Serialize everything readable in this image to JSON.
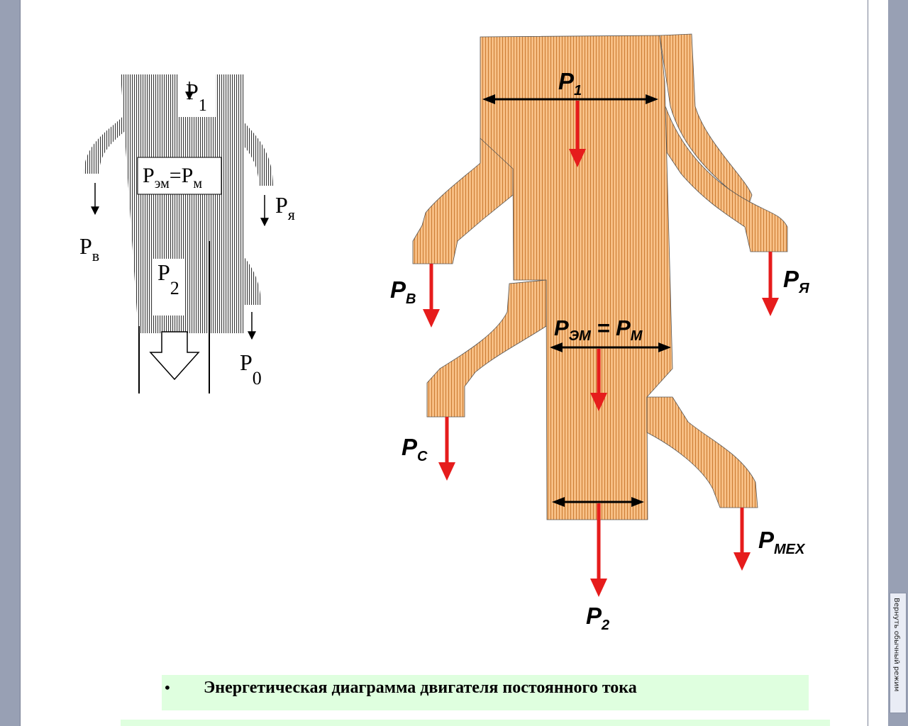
{
  "left_diagram": {
    "labels": {
      "p1": {
        "base": "P",
        "sub": "1"
      },
      "pem": {
        "base": "P",
        "sub": "эм",
        "mid": "=P",
        "sub2": "м"
      },
      "pv": {
        "base": "P",
        "sub": "в"
      },
      "pya": {
        "base": "P",
        "sub": "я"
      },
      "p2": {
        "base": "P",
        "sub": "2"
      },
      "p0": {
        "base": "P",
        "sub": "0"
      }
    }
  },
  "right_diagram": {
    "fill_color": "#f7bf85",
    "arrow_color": "#e61c1c",
    "labels": {
      "p1": {
        "base": "P",
        "sub": "1"
      },
      "pv": {
        "base": "P",
        "sub": "В"
      },
      "pya": {
        "base": "P",
        "sub": "Я"
      },
      "pem": {
        "base": "P",
        "sub": "ЭМ",
        "mid": " = P",
        "sub2": "М"
      },
      "pc": {
        "base": "P",
        "sub": "С"
      },
      "pmex": {
        "base": "P",
        "sub": "МЕХ"
      },
      "p2": {
        "base": "P",
        "sub": "2"
      }
    }
  },
  "caption": {
    "bullet": "•",
    "text": "Энергетическая диаграмма двигателя постоянного тока",
    "background": "#dfffdf"
  },
  "sidebar": {
    "restore_mode_label": "Вернуть обычный режим"
  }
}
